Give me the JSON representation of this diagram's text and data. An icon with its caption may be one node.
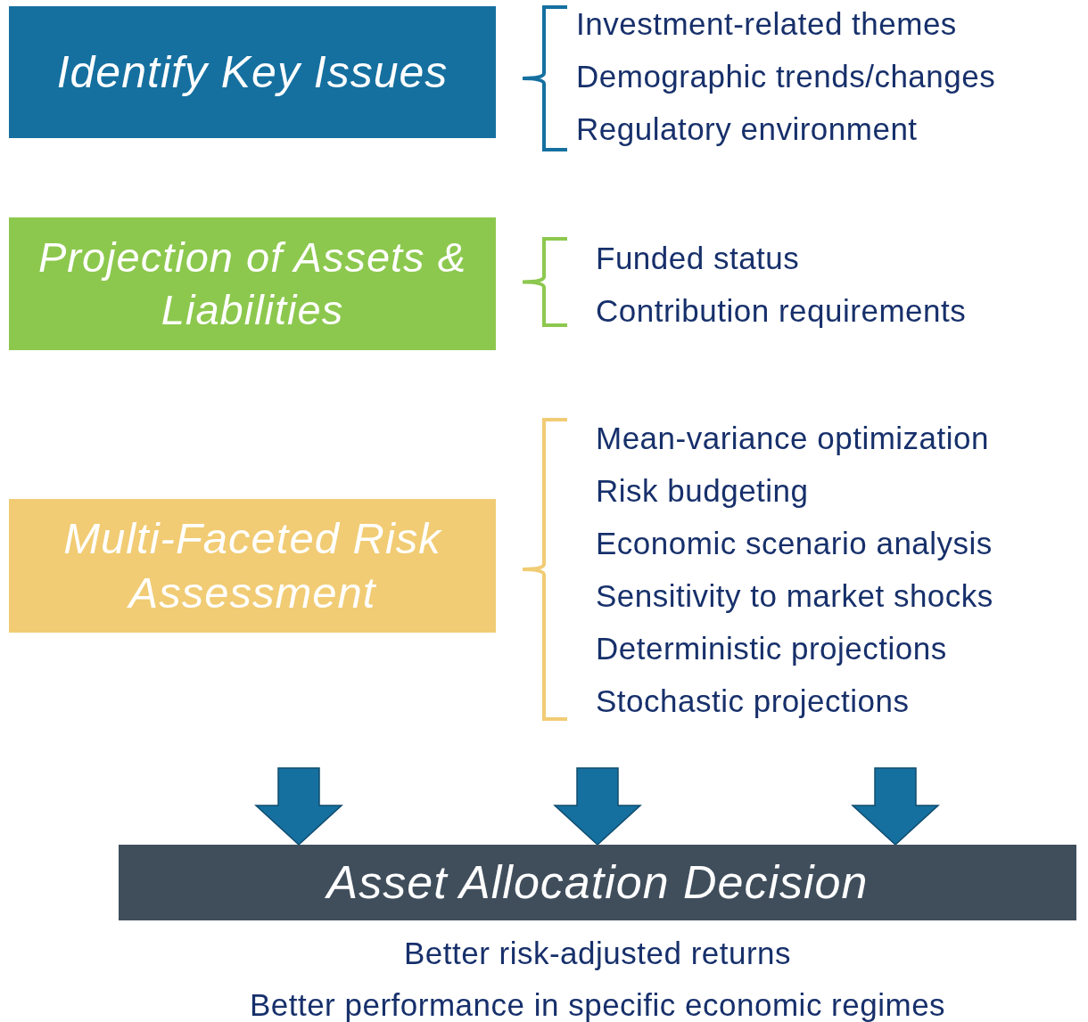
{
  "diagram": {
    "nodes": [
      {
        "text": [
          "Identify Key Issues"
        ]
      },
      {
        "text": [
          "Projection of Assets & Liabilities"
        ]
      },
      {
        "text": [
          "Multi-Faceted Risk Assessment"
        ]
      },
      {
        "text": [
          "Asset Allocation Decision"
        ],
        "beside": [
          "Better risk-adjusted returns",
          "Better performance in specific economic regimes"
        ]
      }
    ],
    "edges": [
      {
        "from": null,
        "to": 3,
        "arrow": "to",
        "style": "thick"
      },
      {
        "from": null,
        "to": 3,
        "arrow": "to",
        "style": "thick"
      },
      {
        "from": null,
        "to": 3,
        "arrow": "to",
        "style": "thick"
      }
    ],
    "labels": [
      "Investment-related themes",
      "Demographic trends/changes",
      "Regulatory environment",
      "Funded status",
      "Contribution requirements",
      "Mean-variance optimization",
      "Risk budgeting",
      "Economic scenario analysis",
      "Sensitivity to market shocks",
      "Deterministic projections",
      "Stochastic projections"
    ]
  }
}
